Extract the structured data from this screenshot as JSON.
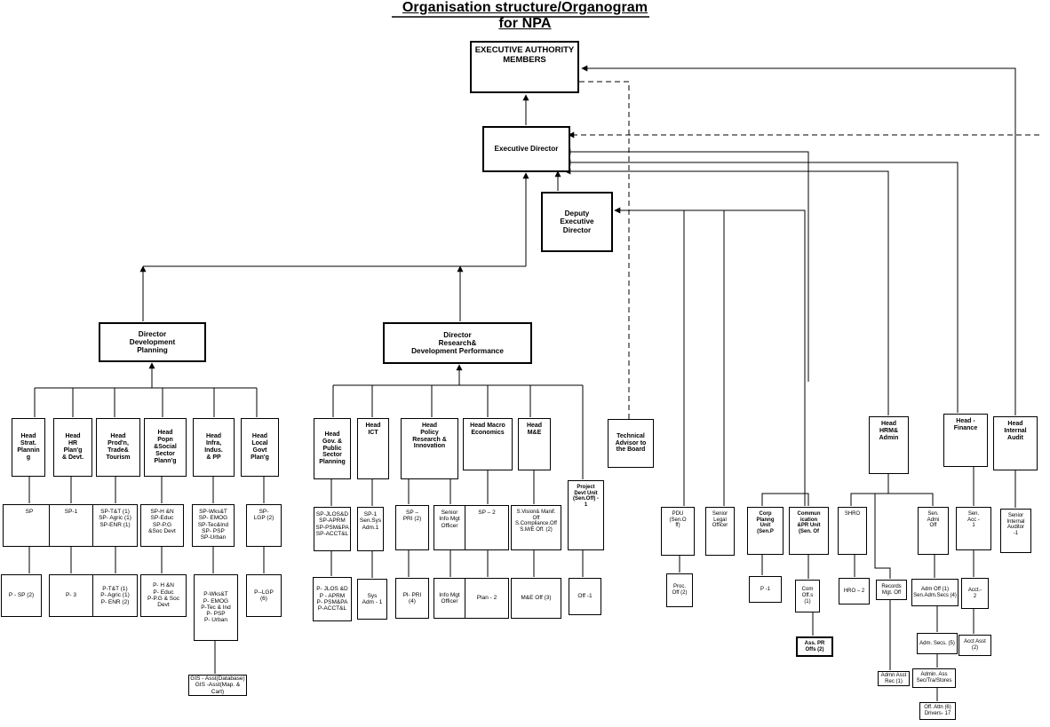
{
  "title": "Organisation structure/Organogram for NPA",
  "nodes": {
    "executive_authority": "EXECUTIVE AUTHORITY\nMEMBERS",
    "executive_director": "Executive Director",
    "deputy_executive_director": "Deputy\nExecutive\nDirector",
    "director_development_planning": "Director\nDevelopment\nPlanning",
    "director_research": "Director\nResearch&\nDevelopment Performance",
    "head_strat_planning": "Head\nStrat.\nPlannin\ng",
    "head_hr_planning": "Head\nHR\nPlan'g\n& Devt.",
    "head_prod_trade": "Head\nProd'n,\nTrade&\nTourism",
    "head_popn_social": "Head\nPopn\n&Social\nSector\nPlann'g",
    "head_infra": "Head\nInfra,\nIndus.\n& PP",
    "head_local_govt": "Head\nLocal\nGovt\nPlan'g",
    "sp": "SP",
    "sp_1": "SP-1",
    "sp_ttt": "SP-T&T (1)\nSP- Agric (1)\nSP-ENR (1)",
    "sp_hn": "SP-H &N\nSP-Educ\nSP-P.G\n&Soc Devt",
    "sp_wks": "SP-Wks&T\nSP- EMOG\nSP-Tec&Ind\nSP- PSP\nSP-Urban",
    "sp_lgp": "SP-\nLGP (2)",
    "p_sp": "P - SP (2)",
    "p_3": "P- 3",
    "p_ttt": "P-T&T (1)\nP- Agric (1)\nP- ENR (2)",
    "p_hn": "P- H &N\nP- Educ\nP-P.G & Soc\nDevt",
    "p_wks": "P-Wks&T\nP- EMOG\nP-Tec & Ind\nP- PSP\nP- Urban",
    "p_lgp": "P--LGP\n(6)",
    "gis": "GIS - Asst(Database)\nGIS -Asst(Map. & Cart)",
    "head_gov": "Head\nGov. &\nPublic\nSector\nPlanning",
    "head_ict": "Head\nICT",
    "head_policy": "Head\nPolicy\nResearch &\nInnovation",
    "head_macro": "Head Macro\nEconomics",
    "head_me": "Head\nM&E",
    "project_devt_unit": "Project\nDevt Unit\n(Sen.Off) -\n1",
    "sp_jlos": "SP-JLOS&D\nSP-APRM\nSP-PSM&PA\nSP-ACCT&L",
    "sp_1_ict": "SP-1\nSen.Sys\nAdm.1",
    "sp_pri": "SP –\nPRI (2)",
    "senior_info_mgt": "Senior\nInfo Mgt\nOfficer",
    "sp_2": "SP – 2",
    "s_vision": "S.Vision& Manif. Off\nS.Compliance.Off\nS.M/E Off. (2)",
    "p_jlos": "P- JLOS &D\nP - APRM\nP- PSM&PA\nP-ACCT&L",
    "sys_adm": "Sys\nAdm - 1",
    "pl_pri": "Pl- PRI\n(4)",
    "info_mgt": "Info Mgt\nOfficer",
    "plan_2": "Plan - 2",
    "me_off": "M&E Off (3)",
    "off_1": "Off -1",
    "technical_advisor": "Technical\nAdvisor to\nthe Board",
    "pdu": "PDU\n(Sen.O\nff)",
    "proc_off": "Proc.\nOff (2)",
    "senior_legal": "Senior\nLegal\nOfficer",
    "head_hrm": "Head\nHRM&\nAdmin",
    "head_finance": "Head -\nFinance",
    "head_internal_audit": "Head\nInternal\nAudit",
    "corp_planning": "Corp\nPlanng\nUnit\n(Sen.P",
    "p_1": "P -1",
    "communication_pr": "Commun\nication\n&PR Unit\n(Sen. Of",
    "com_offs": "Com\nOff.s\n(1)",
    "ass_pr": "Ass. PR\nOffs (2)",
    "shro": "SHRO",
    "hro_2": "HRO – 2",
    "records_mgt": "Records\nMgt. Off",
    "admn_asst": "Admn Asst\nRec (1)",
    "sen_adm_off": "Sen.\nAdmi\nOff",
    "adm_off": "Adm Off (1)\nSen.Adm.Secs (4)",
    "adm_secs": "Adm. Secs. (5)",
    "admin_ass": "Admin. Ass\nSec/Tra/Stores",
    "off_attn": "Off. Attn (6)\nDrivers- 17",
    "sen_acc": "Sen.\nAcc -\n1",
    "acct_2": "Acct.-\n2",
    "acct_asst": "Acct Asst\n(2)",
    "senior_internal_auditor": "Senior\nInternal\nAuditor\n-1"
  }
}
